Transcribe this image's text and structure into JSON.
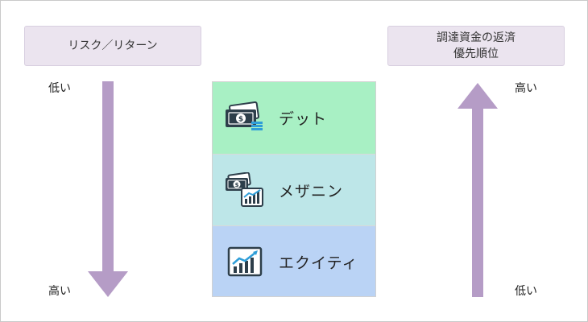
{
  "left_axis": {
    "title": "リスク／リターン",
    "top_label": "低い",
    "bottom_label": "高い"
  },
  "right_axis": {
    "title_line1": "調達資金の返済",
    "title_line2": "優先順位",
    "top_label": "高い",
    "bottom_label": "低い"
  },
  "layers": [
    {
      "name": "デット",
      "icon": "cash-stack-icon",
      "color": "#a8f0c4"
    },
    {
      "name": "メザニン",
      "icon": "cash-growth-chart-icon",
      "color": "#bde6e8"
    },
    {
      "name": "エクイティ",
      "icon": "growth-chart-icon",
      "color": "#bad3f5"
    }
  ],
  "colors": {
    "arrow": "#b59cc6",
    "label_box": "#ebe4ef"
  }
}
